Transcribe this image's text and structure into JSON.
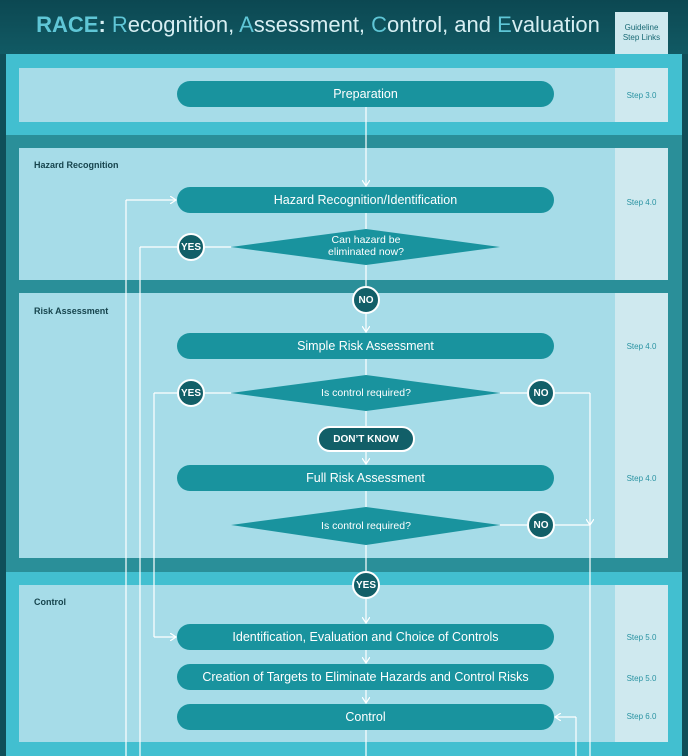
{
  "title": {
    "parts": [
      {
        "text": "RACE",
        "style": "hl-bold"
      },
      {
        "text": ": ",
        "style": "plain-bold"
      },
      {
        "text": "R",
        "style": "hl"
      },
      {
        "text": "ecognition, ",
        "style": "plain"
      },
      {
        "text": "A",
        "style": "hl"
      },
      {
        "text": "ssessment, ",
        "style": "plain"
      },
      {
        "text": "C",
        "style": "hl"
      },
      {
        "text": "ontrol, and ",
        "style": "plain"
      },
      {
        "text": "E",
        "style": "hl"
      },
      {
        "text": "valuation",
        "style": "plain"
      }
    ]
  },
  "guide_header": {
    "line1": "Guideline",
    "line2": "Step Links"
  },
  "sections": {
    "hazard_recognition": "Hazard Recognition",
    "risk_assessment": "Risk Assessment",
    "control": "Control"
  },
  "nodes": {
    "preparation": "Preparation",
    "hazard_identification": "Hazard Recognition/Identification",
    "eliminate_q_line1": "Can hazard be",
    "eliminate_q_line2": "eliminated now?",
    "simple_risk": "Simple Risk Assessment",
    "control_q1": "Is control required?",
    "full_risk": "Full Risk Assessment",
    "control_q2": "Is control required?",
    "identify_controls": "Identification, Evaluation and Choice of Controls",
    "targets": "Creation of Targets to Eliminate Hazards and Control Risks",
    "control": "Control"
  },
  "badges": {
    "yes_eliminate": "YES",
    "no_eliminate": "NO",
    "yes_control_q1": "YES",
    "no_control_q1": "NO",
    "dont_know": "DON’T KNOW",
    "no_control_q2": "NO",
    "yes_control_q2": "YES"
  },
  "steps": {
    "preparation": "Step 3.0",
    "hazard_identification": "Step 4.0",
    "simple_risk": "Step 4.0",
    "full_risk": "Step 4.0",
    "identify_controls": "Step 5.0",
    "targets": "Step 5.0",
    "control": "Step 6.0"
  },
  "colors": {
    "background": "#0f4f59",
    "band": "#42bfd0",
    "panel": "#a6dce8",
    "guide_column": "#cfe9ef",
    "node": "#19939e",
    "badge": "#125f68",
    "title_highlight": "#5fc6d6"
  }
}
